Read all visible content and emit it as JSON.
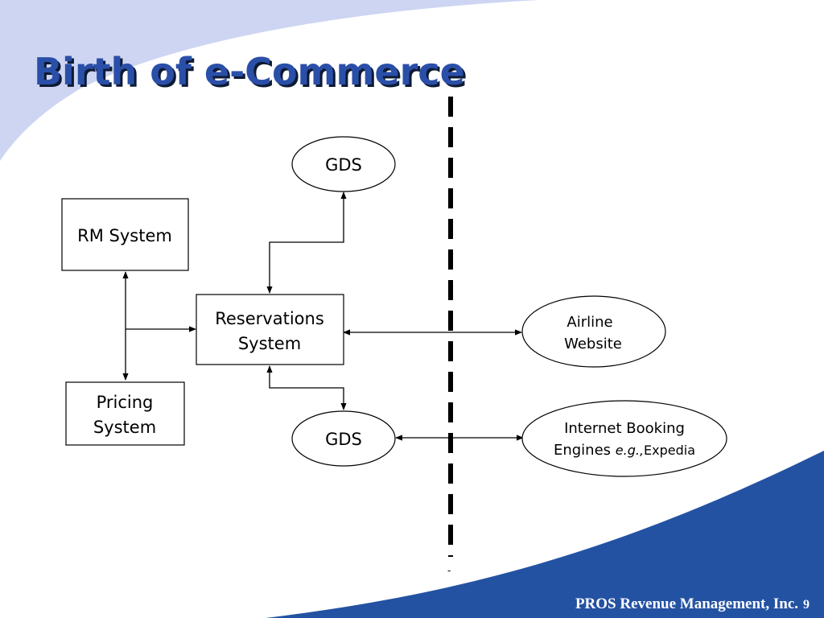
{
  "slide": {
    "title": "Birth of e-Commerce",
    "footer_company": "PROS Revenue Management, Inc.",
    "page_number": "9"
  },
  "colors": {
    "title_blue": "#2a4fa8",
    "title_shadow": "#0d1a33",
    "swoosh_light": "#cdd5f2",
    "swoosh_dark": "#2452a2"
  },
  "diagram": {
    "nodes": {
      "gds_top": "GDS",
      "rm_system": "RM System",
      "reservations_line1": "Reservations",
      "reservations_line2": "System",
      "pricing_line1": "Pricing",
      "pricing_line2": "System",
      "gds_bottom": "GDS",
      "airline_line1": "Airline",
      "airline_line2": "Website",
      "ibe_line1": "Internet Booking",
      "ibe_line2_prefix": "Engines ",
      "ibe_line2_eg": "e.g.,",
      "ibe_line2_suffix": "Expedia"
    },
    "divider_marker": "-"
  }
}
